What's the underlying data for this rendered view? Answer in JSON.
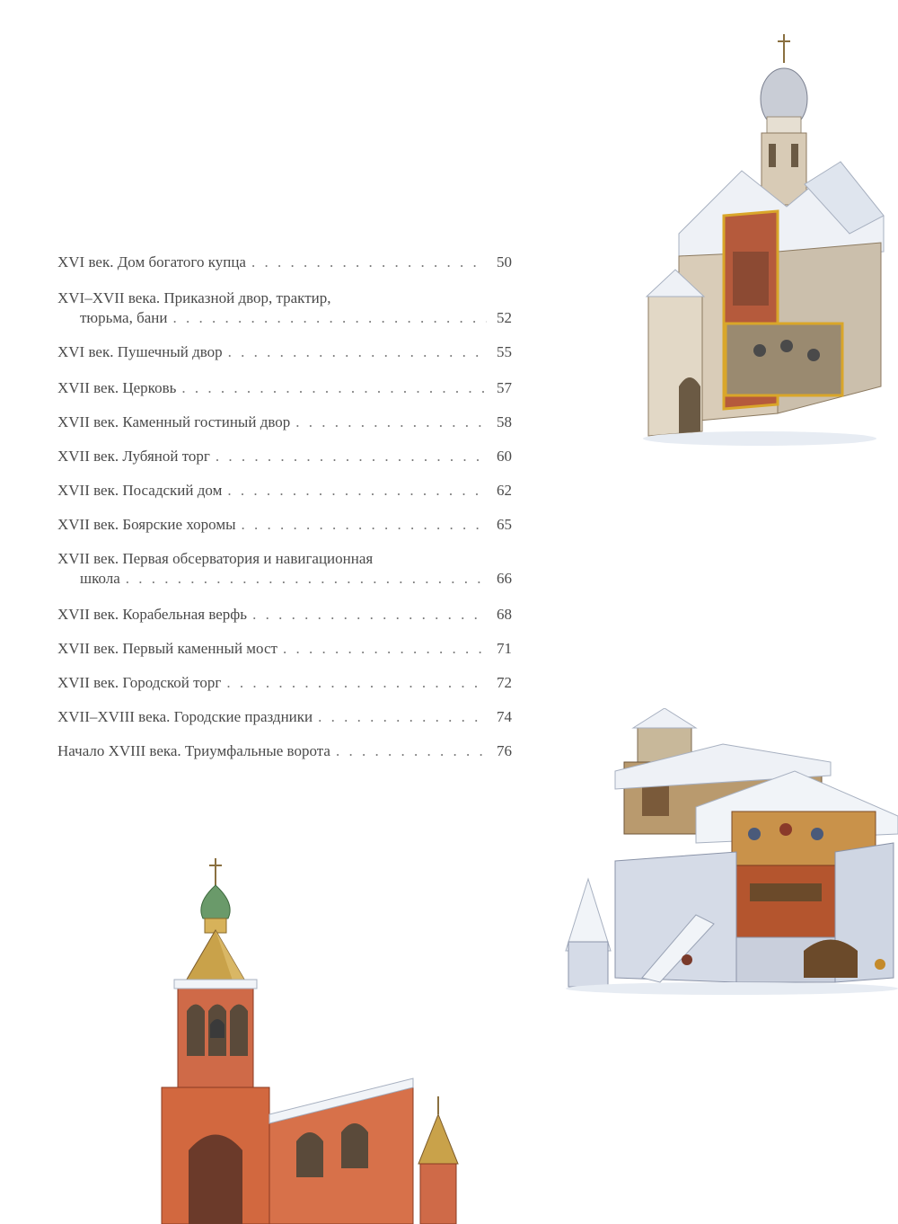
{
  "toc": {
    "entries": [
      {
        "lines": [
          "XVI век. Дом богатого купца"
        ],
        "page": "50"
      },
      {
        "lines": [
          "XVI–XVII века. Приказной двор, трактир,",
          "тюрьма, бани"
        ],
        "page": "52"
      },
      {
        "lines": [
          "XVI век. Пушечный двор"
        ],
        "page": "55"
      },
      {
        "lines": [
          "XVII век. Церковь"
        ],
        "page": "57"
      },
      {
        "lines": [
          "XVII век. Каменный гостиный двор"
        ],
        "page": "58"
      },
      {
        "lines": [
          "XVII век. Лубяной торг"
        ],
        "page": "60"
      },
      {
        "lines": [
          "XVII век. Посадский дом"
        ],
        "page": "62"
      },
      {
        "lines": [
          "XVII век. Боярские хоромы"
        ],
        "page": "65"
      },
      {
        "lines": [
          "XVII век. Первая обсерватория и навигационная",
          "школа"
        ],
        "page": "66"
      },
      {
        "lines": [
          "XVII век. Корабельная верфь"
        ],
        "page": "68"
      },
      {
        "lines": [
          "XVII век. Первый каменный мост"
        ],
        "page": "71"
      },
      {
        "lines": [
          "XVII век. Городской торг"
        ],
        "page": "72"
      },
      {
        "lines": [
          "XVII–XVIII века. Городские праздники"
        ],
        "page": "74"
      },
      {
        "lines": [
          "Начало XVIII века. Триумфальные ворота"
        ],
        "page": "76"
      }
    ]
  },
  "illustrations": [
    {
      "icon": "church-cutaway-illustration"
    },
    {
      "icon": "merchant-house-cutaway-illustration"
    },
    {
      "icon": "bell-tower-gate-illustration"
    }
  ]
}
